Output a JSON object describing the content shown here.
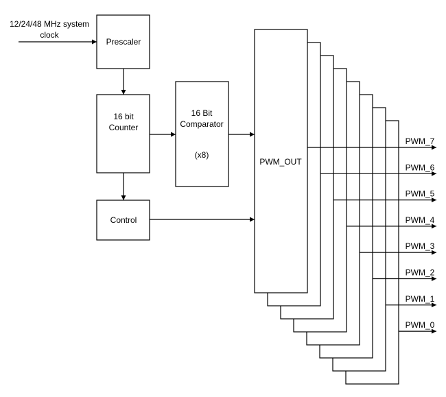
{
  "clock_input": {
    "line1": "12/24/48 MHz system",
    "line2": "clock"
  },
  "blocks": {
    "prescaler": "Prescaler",
    "counter": {
      "line1": "16 bit",
      "line2": "Counter"
    },
    "comparator": {
      "line1": "16 Bit",
      "line2": "Comparator",
      "line3": "(x8)"
    },
    "control": "Control",
    "pwm_out": "PWM_OUT"
  },
  "outputs": [
    "PWM_7",
    "PWM_6",
    "PWM_5",
    "PWM_4",
    "PWM_3",
    "PWM_2",
    "PWM_1",
    "PWM_0"
  ]
}
